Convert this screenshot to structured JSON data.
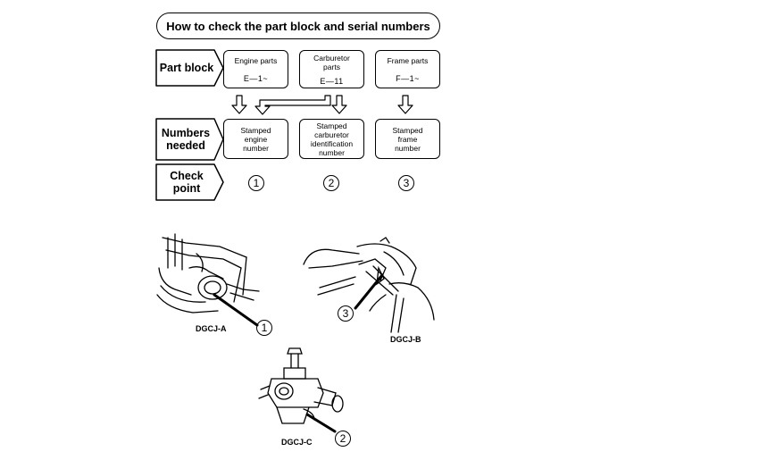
{
  "title": "How to check the part block and serial numbers",
  "rows": {
    "part_block": "Part block",
    "numbers_needed": "Numbers needed",
    "check_point": "Check point"
  },
  "part_boxes": [
    {
      "name": "Engine parts",
      "code": "E—1~"
    },
    {
      "name": "Carburetor parts",
      "code": "E—11"
    },
    {
      "name": "Frame parts",
      "code": "F—1~"
    }
  ],
  "number_boxes": [
    "Stamped engine number",
    "Stamped carburetor identification number",
    "Stamped frame number"
  ],
  "check_points": [
    "1",
    "2",
    "3"
  ],
  "figures": [
    {
      "caption": "DGCJ-A",
      "callout": "1"
    },
    {
      "caption": "DGCJ-B",
      "callout": "3"
    },
    {
      "caption": "DGCJ-C",
      "callout": "2"
    }
  ]
}
